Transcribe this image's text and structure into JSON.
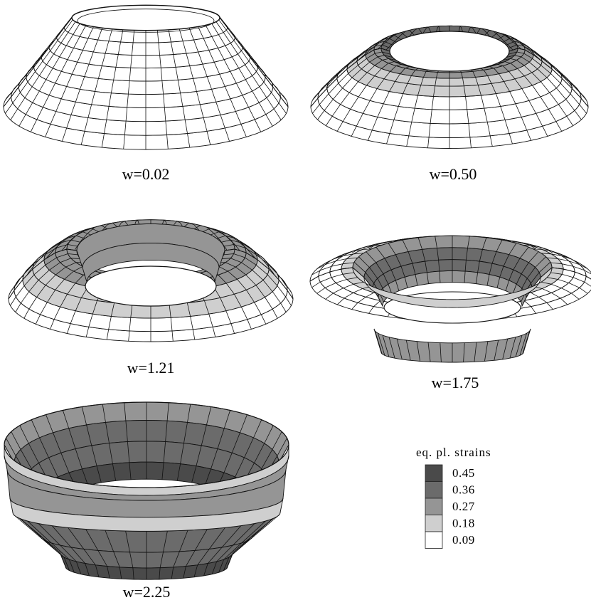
{
  "panels": [
    {
      "caption": "w=0.02"
    },
    {
      "caption": "w=0.50"
    },
    {
      "caption": "w=1.21"
    },
    {
      "caption": "w=1.75"
    },
    {
      "caption": "w=2.25"
    }
  ],
  "legend": {
    "title": "eq. pl. strains",
    "entries": [
      {
        "value": "0.45",
        "color": "#4a4a4a"
      },
      {
        "value": "0.36",
        "color": "#6b6b6b"
      },
      {
        "value": "0.27",
        "color": "#959595"
      },
      {
        "value": "0.18",
        "color": "#cfcfcf"
      },
      {
        "value": "0.09",
        "color": "#ffffff"
      }
    ]
  }
}
